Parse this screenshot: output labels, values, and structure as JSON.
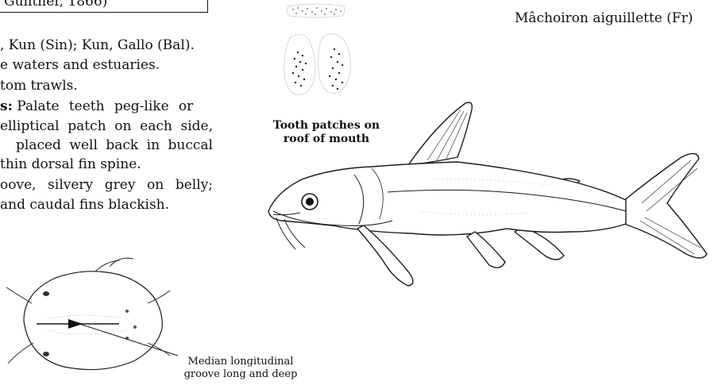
{
  "header": {
    "author_fragment": "Günther, 1866)",
    "french_name": "Mâchoiron aiguillette (Fr)"
  },
  "description": {
    "local_names": ", Kun (Sin); Kun, Gallo (Bal).",
    "habitat": "e waters and estuaries.",
    "fishing_gear": "tom trawls.",
    "features_label": "s:",
    "features_line1": "Palate teeth peg-like or",
    "features_line2": "elliptical patch on each side,",
    "features_line3": "placed well back in buccal",
    "features_line4": "thin dorsal fin spine.",
    "colour_line1": "oove, silvery grey on belly;",
    "colour_line2": "and caudal fins blackish."
  },
  "figures": {
    "tooth_patch_caption": [
      "Tooth patches on",
      "roof of mouth"
    ],
    "head_caption": [
      "Median longitudinal",
      "groove long and deep"
    ]
  }
}
